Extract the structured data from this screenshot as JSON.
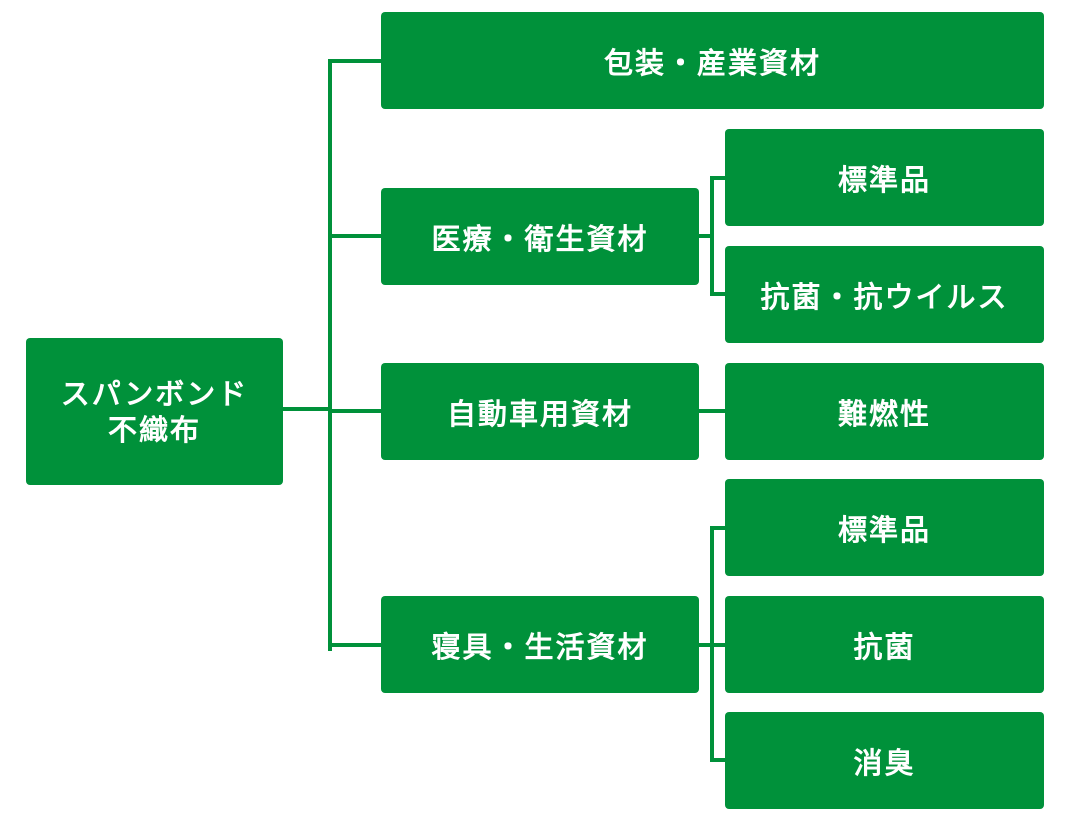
{
  "root": {
    "line1": "スパンボンド",
    "line2": "不織布"
  },
  "categories": [
    {
      "label": "包装・産業資材",
      "children": []
    },
    {
      "label": "医療・衛生資材",
      "children": [
        "標準品",
        "抗菌・抗ウイルス"
      ]
    },
    {
      "label": "自動車用資材",
      "children": [
        "難燃性"
      ]
    },
    {
      "label": "寝具・生活資材",
      "children": [
        "標準品",
        "抗菌",
        "消臭"
      ]
    }
  ],
  "colors": {
    "box": "#00913a",
    "line": "#00913a",
    "text": "#ffffff"
  }
}
